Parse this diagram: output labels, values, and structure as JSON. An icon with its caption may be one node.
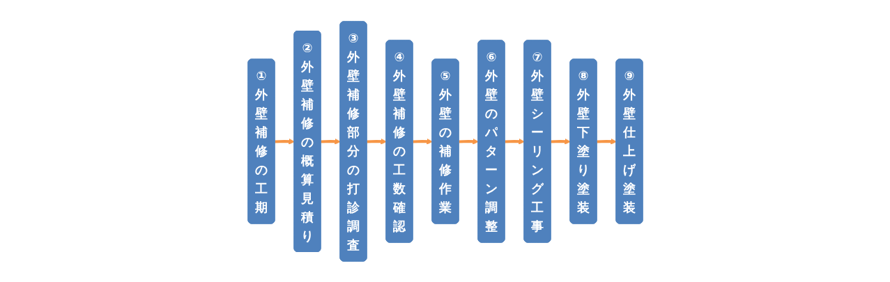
{
  "diagram": {
    "nodes": [
      {
        "text": [
          "①外壁補修の工期"
        ]
      },
      {
        "text": [
          "②外壁補修の概算見積り"
        ]
      },
      {
        "text": [
          "③外壁補修部分の打診調査"
        ]
      },
      {
        "text": [
          "④外壁補修の工数確認"
        ]
      },
      {
        "text": [
          "⑤外壁の補修作業"
        ]
      },
      {
        "text": [
          "⑥外壁のパターン調整"
        ]
      },
      {
        "text": [
          "⑦外壁シーリング工事"
        ]
      },
      {
        "text": [
          "⑧外壁下塗り塗装"
        ]
      },
      {
        "text": [
          "⑨外壁仕上げ塗装"
        ]
      }
    ],
    "edges": [
      {
        "from": 0,
        "to": 1,
        "arrow": "to"
      },
      {
        "from": 1,
        "to": 2,
        "arrow": "to"
      },
      {
        "from": 2,
        "to": 3,
        "arrow": "to"
      },
      {
        "from": 3,
        "to": 4,
        "arrow": "to"
      },
      {
        "from": 4,
        "to": 5,
        "arrow": "to"
      },
      {
        "from": 5,
        "to": 6,
        "arrow": "to"
      },
      {
        "from": 6,
        "to": 7,
        "arrow": "to"
      },
      {
        "from": 7,
        "to": 8,
        "arrow": "to"
      }
    ]
  }
}
